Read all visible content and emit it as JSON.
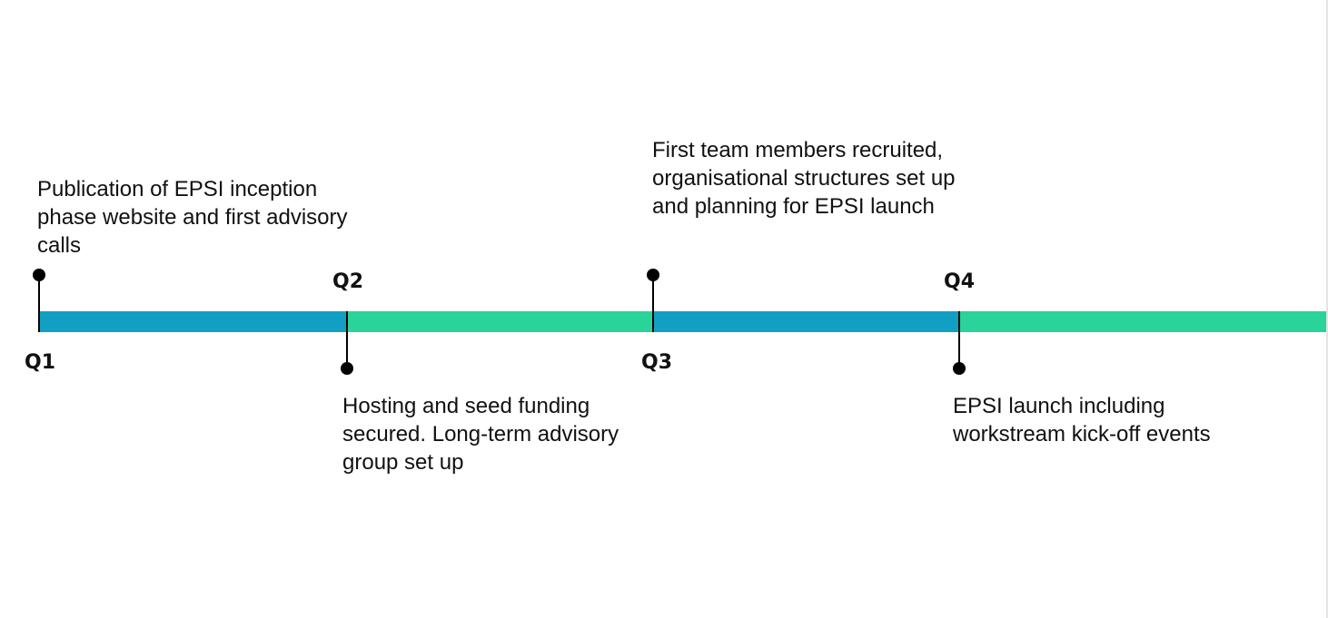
{
  "colors": {
    "segment_a": "#129fc4",
    "segment_b": "#2ad39a",
    "marker": "#000000",
    "text": "#111111",
    "background": "#ffffff"
  },
  "quarters": [
    {
      "label": "Q1",
      "segment_color": "#129fc4"
    },
    {
      "label": "Q2",
      "segment_color": "#2ad39a"
    },
    {
      "label": "Q3",
      "segment_color": "#129fc4"
    },
    {
      "label": "Q4",
      "segment_color": "#2ad39a"
    }
  ],
  "milestones": [
    {
      "quarter": "Q1",
      "side": "above",
      "text": "Publication of EPSI inception phase website and first advisory calls"
    },
    {
      "quarter": "Q2",
      "side": "below",
      "text": "Hosting and seed funding secured. Long-term advisory group set up"
    },
    {
      "quarter": "Q3",
      "side": "above",
      "text": "First team members recruited, organisational structures set up and planning for EPSI launch"
    },
    {
      "quarter": "Q4",
      "side": "below",
      "text": "EPSI launch including workstream kick-off events"
    }
  ]
}
